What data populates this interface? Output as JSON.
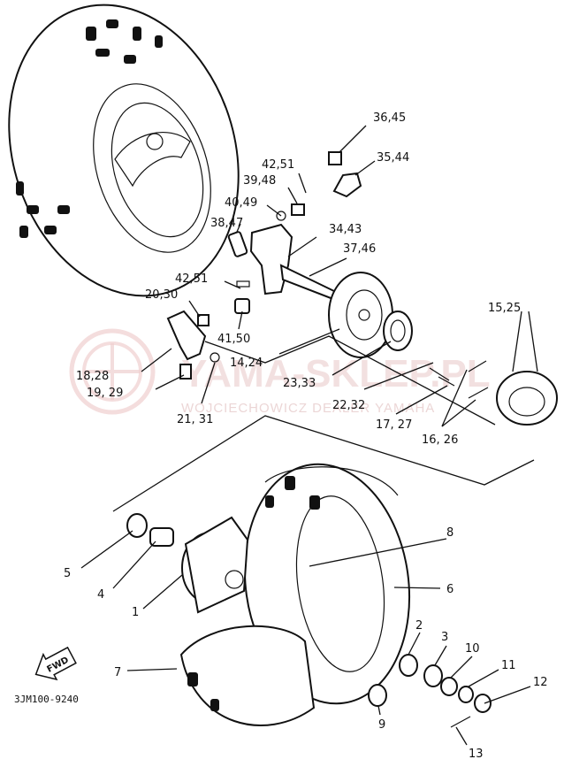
{
  "diagram_code": "3JM100-9240",
  "fwd_label": "FWD",
  "watermark": {
    "title": "YAMA-SKLEP.PL",
    "subtitle": "WOJCIECHOWICZ DEALER YAMAHA"
  },
  "callouts": {
    "c36_45": "36,45",
    "c35_44": "35,44",
    "c42_51_top": "42,51",
    "c39_48": "39,48",
    "c40_49": "40,49",
    "c38_47": "38,47",
    "c34_43": "34,43",
    "c37_46": "37,46",
    "c42_51_mid": "42,51",
    "c20_30": "20,30",
    "c41_50": "41,50",
    "c15_25": "15,25",
    "c18_28": "18,28",
    "c14_24": "14,24",
    "c23_33": "23,33",
    "c19_29": "19, 29",
    "c22_32": "22,32",
    "c17_27": "17, 27",
    "c16_26": "16, 26",
    "c21_31": "21, 31",
    "c8": "8",
    "c5": "5",
    "c6": "6",
    "c4": "4",
    "c1": "1",
    "c2": "2",
    "c3": "3",
    "c10": "10",
    "c11": "11",
    "c12": "12",
    "c7": "7",
    "c9": "9",
    "c13": "13"
  }
}
